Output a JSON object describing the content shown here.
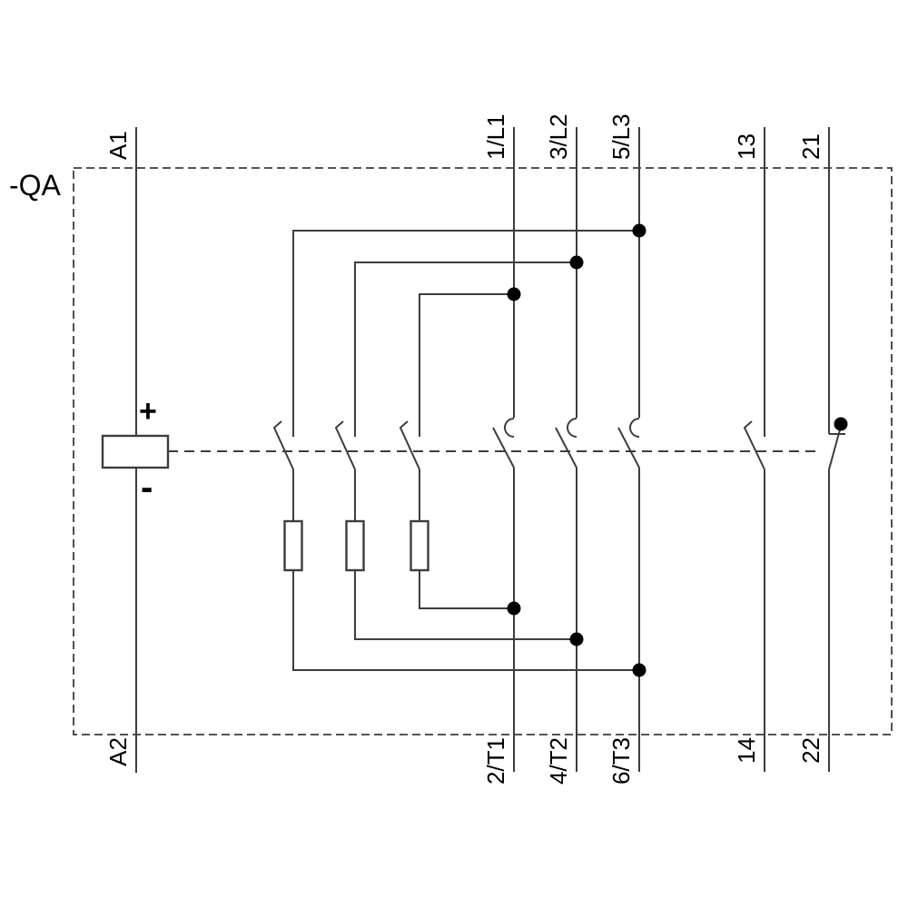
{
  "schematic": {
    "device_tag": "-QA",
    "coil": {
      "positive": "+",
      "negative": "-"
    },
    "terminals": {
      "a1": "A1",
      "a2": "A2",
      "l1": "1/L1",
      "l2": "3/L2",
      "l3": "5/L3",
      "t1": "2/T1",
      "t2": "4/T2",
      "t3": "6/T3",
      "aux_no_top": "13",
      "aux_no_bottom": "14",
      "aux_nc_top": "21",
      "aux_nc_bottom": "22"
    },
    "colors": {
      "line": "#3d3d3d",
      "text": "#000000",
      "junction_dot": "#000000",
      "background": "#ffffff"
    }
  }
}
